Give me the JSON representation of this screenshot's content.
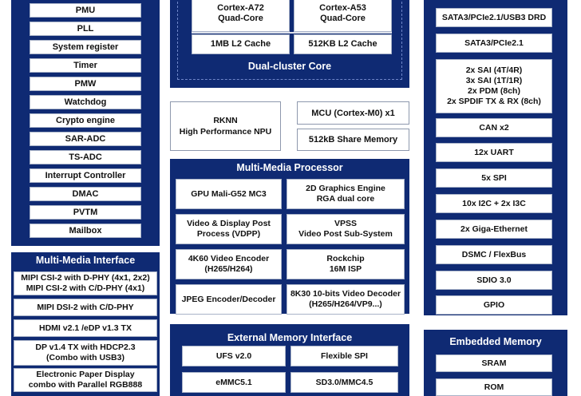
{
  "left_top": {
    "items": [
      "PMU",
      "PLL",
      "System register",
      "Timer",
      "PMW",
      "Watchdog",
      "Crypto engine",
      "SAR-ADC",
      "TS-ADC",
      "Interrupt Controller",
      "DMAC",
      "PVTM",
      "Mailbox"
    ]
  },
  "cpu": {
    "a72": "Cortex-A72\nQuad-Core",
    "a53": "Cortex-A53\nQuad-Core",
    "l2_a72": "1MB L2 Cache",
    "l2_a53": "512KB L2 Cache",
    "title": "Dual-cluster Core"
  },
  "npu": {
    "label": "RKNN\nHigh Performance NPU"
  },
  "mcu": {
    "label": "MCU (Cortex-M0) x1"
  },
  "share_mem": {
    "label": "512kB Share Memory"
  },
  "mmp": {
    "title": "Multi-Media Processor",
    "items": [
      "GPU Mali-G52 MC3",
      "2D Graphics Engine\nRGA dual core",
      "Video & Display Post\nProcess (VDPP)",
      "VPSS\nVideo Post Sub-System",
      "4K60 Video Encoder\n(H265/H264)",
      "Rockchip\n16M ISP",
      "JPEG Encoder/Decoder",
      "8K30 10-bits Video Decoder\n(H265/H264/VP9...)"
    ]
  },
  "mmi": {
    "title": "Multi-Media Interface",
    "items": [
      "MIPI CSI-2 with D-PHY (4x1, 2x2)\nMIPI CSI-2 with C/D-PHY (4x1)",
      "MIPI DSI-2 with C/D-PHY",
      "HDMI v2.1 /eDP v1.3 TX",
      "DP v1.4 TX with HDCP2.3\n(Combo with USB3)",
      "Electronic Paper Display\ncombo with Parallel RGB888"
    ]
  },
  "emi": {
    "title": "External Memory Interface",
    "items": [
      "UFS v2.0",
      "Flexible SPI",
      "eMMC5.1",
      "SD3.0/MMC4.5"
    ]
  },
  "right": {
    "items": [
      "SATA3/PCIe2.1/USB3 DRD",
      "SATA3/PCIe2.1",
      "2x SAI (4T/4R)\n3x SAI (1T/1R)\n2x PDM (8ch)\n2x SPDIF TX & RX (8ch)",
      "CAN x2",
      "12x UART",
      "5x SPI",
      "10x I2C + 2x I3C",
      "2x Giga-Ethernet",
      "DSMC / FlexBus",
      "SDIO 3.0",
      "GPIO"
    ]
  },
  "emb": {
    "title": "Embedded Memory",
    "items": [
      "SRAM",
      "ROM"
    ]
  }
}
